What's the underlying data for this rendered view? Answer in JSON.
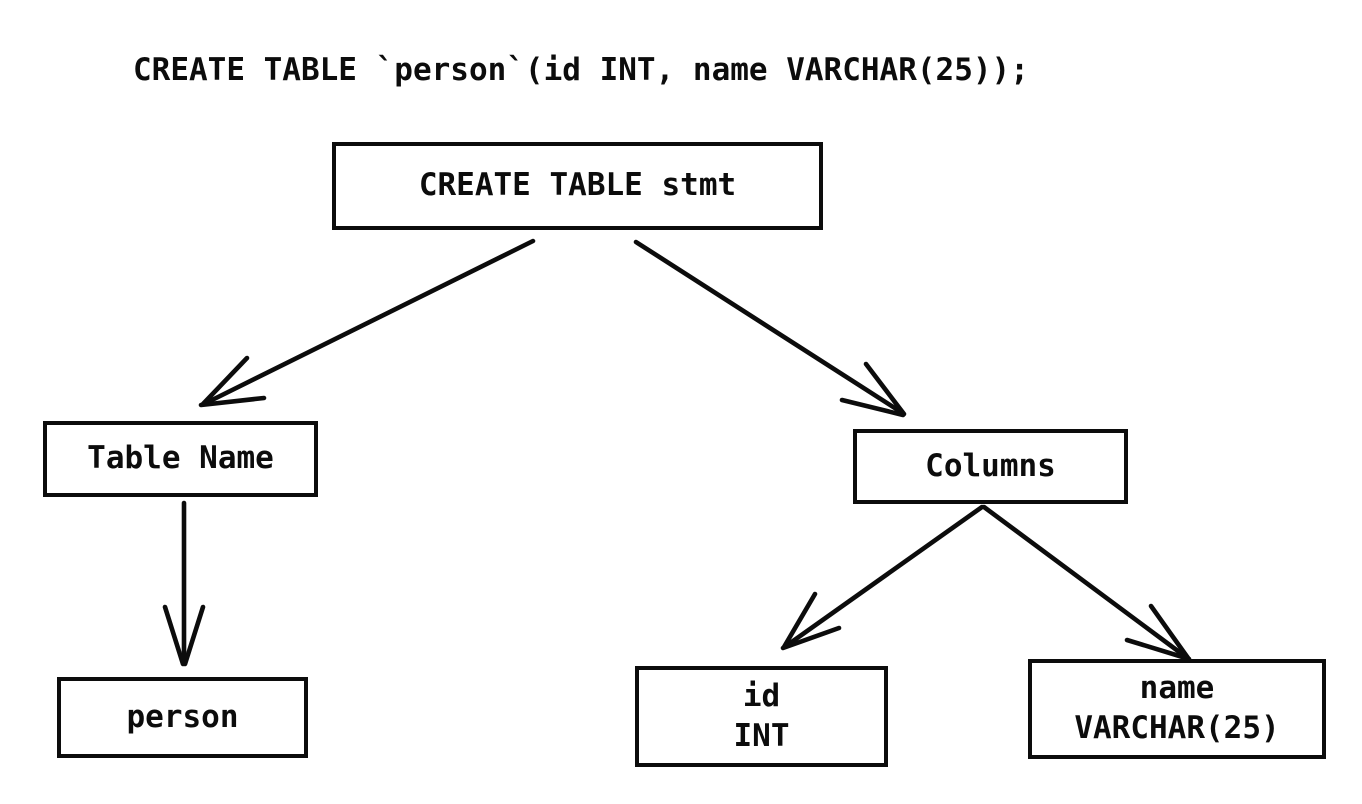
{
  "sql_statement": "CREATE TABLE `person`(id INT, name VARCHAR(25));",
  "nodes": {
    "stmt": {
      "label": "CREATE TABLE stmt"
    },
    "table_name": {
      "label": "Table Name"
    },
    "columns": {
      "label": "Columns"
    },
    "person": {
      "label": "person"
    },
    "id_column": {
      "name": "id",
      "type": "INT"
    },
    "name_column": {
      "name": "name",
      "type": "VARCHAR(25)"
    }
  },
  "edges": [
    {
      "from": "CREATE TABLE stmt",
      "to": "Table Name"
    },
    {
      "from": "CREATE TABLE stmt",
      "to": "Columns"
    },
    {
      "from": "Table Name",
      "to": "person"
    },
    {
      "from": "Columns",
      "to": "id INT"
    },
    {
      "from": "Columns",
      "to": "name VARCHAR(25)"
    }
  ],
  "colors": {
    "ink": "#0c0c0c",
    "background": "#ffffff"
  }
}
